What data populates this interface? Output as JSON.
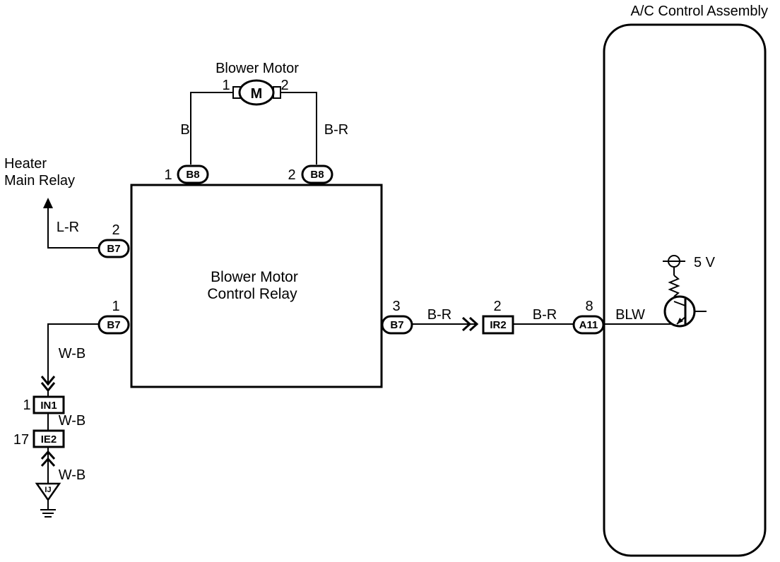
{
  "components": {
    "ac_control": "A/C Control Assembly",
    "blower_motor": "Blower Motor",
    "motor_symbol": "M",
    "heater_relay_line1": "Heater",
    "heater_relay_line2": "Main Relay",
    "relay_line1": "Blower Motor",
    "relay_line2": "Control Relay",
    "voltage": "5 V",
    "terminal_blw": "BLW",
    "ground_point": "IJ"
  },
  "connectors": {
    "b8_left": {
      "code": "B8",
      "pin": "1"
    },
    "b8_right": {
      "code": "B8",
      "pin": "2"
    },
    "b7_pin2": {
      "code": "B7",
      "pin": "2"
    },
    "b7_pin1": {
      "code": "B7",
      "pin": "1"
    },
    "b7_pin3": {
      "code": "B7",
      "pin": "3"
    },
    "ir2": {
      "code": "IR2",
      "pin": "2"
    },
    "a11": {
      "code": "A11",
      "pin": "8"
    },
    "in1": {
      "code": "IN1",
      "pin": "1"
    },
    "ie2": {
      "code": "IE2",
      "pin": "17"
    },
    "motor_pin1": "1",
    "motor_pin2": "2"
  },
  "wires": {
    "motor_left": "B",
    "motor_right": "B-R",
    "heater_feed": "L-R",
    "ground_upper": "W-B",
    "ground_mid": "W-B",
    "ground_lower": "W-B",
    "relay_out": "B-R",
    "to_ac": "B-R"
  }
}
